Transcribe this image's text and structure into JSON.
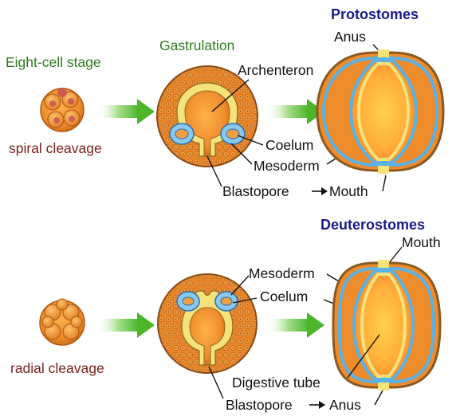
{
  "top_row": {
    "stage_label": "Eight-cell stage",
    "cleavage_label": "spiral cleavage",
    "gastrulation_label": "Gastrulation",
    "archenteron_label": "Archenteron",
    "coelum_label": "Coelum",
    "mesoderm_label": "Mesoderm",
    "blastopore_label": "Blastopore",
    "blastopore_fate": "Mouth",
    "group_title": "Protostomes",
    "anus_label": "Anus"
  },
  "bottom_row": {
    "cleavage_label": "radial cleavage",
    "mesoderm_label": "Mesoderm",
    "coelum_label": "Coelum",
    "group_title": "Deuterostomes",
    "mouth_label": "Mouth",
    "digestive_label": "Digestive tube",
    "blastopore_label": "Blastopore",
    "blastopore_fate": "Anus"
  },
  "colors": {
    "embryo_orange": "#e8862a",
    "yellow_layer": "#f5e27a",
    "mesoderm_blue": "#5ab2e6",
    "arrow_green": "#5cbf3a",
    "title_blue": "#1a1a8c",
    "label_green": "#2e7d1e",
    "label_red": "#7a1f1a"
  }
}
